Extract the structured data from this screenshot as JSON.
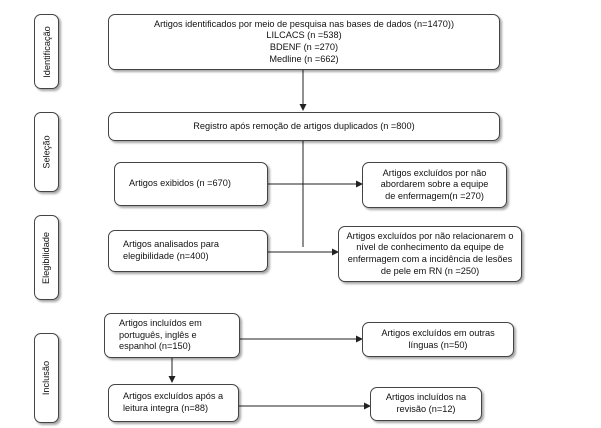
{
  "stages": [
    {
      "id": "identificacao",
      "label": "Identificação"
    },
    {
      "id": "selecao",
      "label": "Seleção"
    },
    {
      "id": "elegibilidade",
      "label": "Elegibilidade"
    },
    {
      "id": "inclusao",
      "label": "Inclusão"
    }
  ],
  "boxes": {
    "identified": [
      "Artigos  identificados por meio de pesquisa nas bases de dados (n=1470))",
      "LILCACS (n =538)",
      "BDENF (n =270)",
      "Medline (n =662)"
    ],
    "after_duplicates": [
      "Registro após remoção de artigos duplicados (n =800)"
    ],
    "displayed": [
      "Artigos exibidos (n =670)"
    ],
    "excluded_team": [
      "Artigos excluídos por não",
      "abordarem sobre a equipe",
      "de enfermagem(n =270)"
    ],
    "analyzed": [
      "Artigos analisados para",
      "elegibilidade (n=400)"
    ],
    "excluded_knowledge": [
      "Artigos excluídos por não relacionarem o",
      "nível de conhecimento da equipe de",
      "enfermagem com a incidência de lesões",
      "de pele em RN (n =250)"
    ],
    "included_lang": [
      "Artigos  incluídos em",
      "português, inglês e",
      "espanhol (n=150)"
    ],
    "excluded_lang": [
      "Artigos excluídos em outras",
      "línguas (n=50)"
    ],
    "excluded_full": [
      "Artigos excluídos após a",
      "leitura integra (n=88)"
    ],
    "included_review": [
      "Artigos incluídos na",
      "revisão (n=12)"
    ]
  }
}
